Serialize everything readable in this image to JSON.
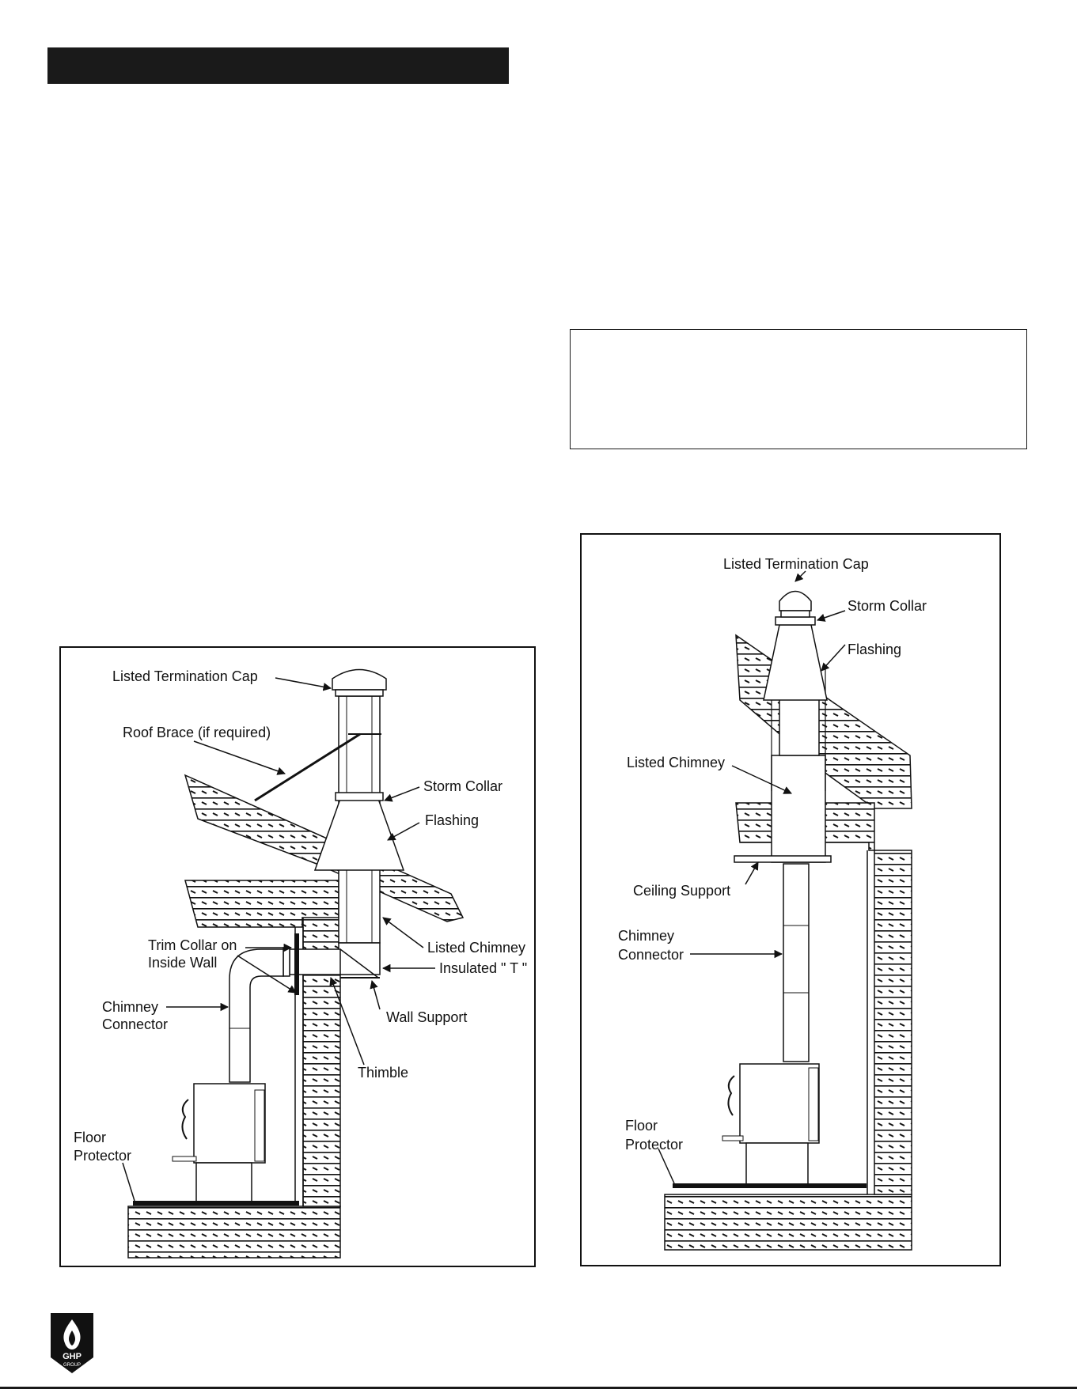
{
  "left_diagram": {
    "labels": {
      "termination_cap": "Listed Termination Cap",
      "roof_brace": "Roof Brace (if required)",
      "storm_collar": "Storm Collar",
      "flashing": "Flashing",
      "trim_collar_line1": "Trim Collar on",
      "trim_collar_line2": "Inside Wall",
      "listed_chimney": "Listed Chimney",
      "insulated_t": "Insulated \" T \"",
      "chimney_connector_line1": "Chimney",
      "chimney_connector_line2": "Connector",
      "wall_support": "Wall Support",
      "thimble": "Thimble",
      "floor_protector_line1": "Floor",
      "floor_protector_line2": "Protector"
    }
  },
  "right_diagram": {
    "labels": {
      "termination_cap": "Listed Termination Cap",
      "storm_collar": "Storm Collar",
      "flashing": "Flashing",
      "listed_chimney": "Listed Chimney",
      "ceiling_support": "Ceiling Support",
      "chimney_connector_line1": "Chimney",
      "chimney_connector_line2": "Connector",
      "floor_protector_line1": "Floor",
      "floor_protector_line2": "Protector"
    }
  },
  "logo": {
    "line1": "GHP",
    "line2": "GROUP",
    "icon": "flame-icon"
  }
}
